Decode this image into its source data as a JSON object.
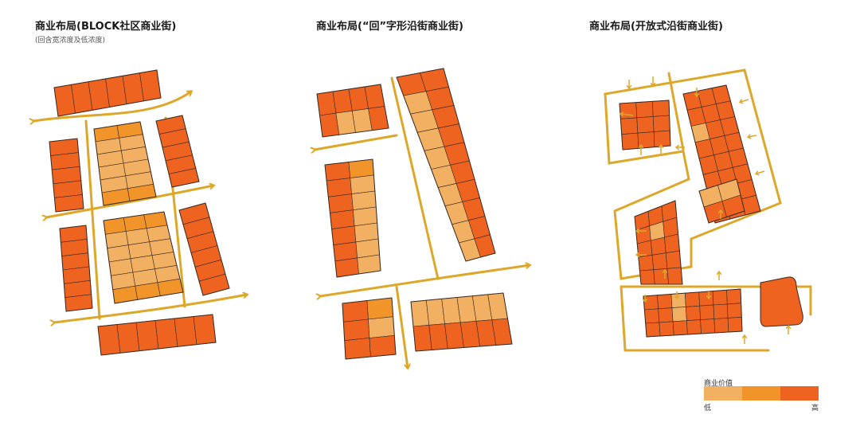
{
  "panels": [
    {
      "title": "商业布局(BLOCK社区商业街)",
      "subtitle": "(回含宽浓度及低浓度)"
    },
    {
      "title": "商业布局(“回”字形沿街商业街)"
    },
    {
      "title": "商业布局(开放式沿街商业街)"
    }
  ],
  "legend": {
    "title": "商业价值",
    "low": "低",
    "high": "高"
  },
  "colors": {
    "high": "#ee6320",
    "mid": "#f1952b",
    "low": "#f2b062",
    "road": "#dda82a",
    "outline": "#3a2a20"
  }
}
